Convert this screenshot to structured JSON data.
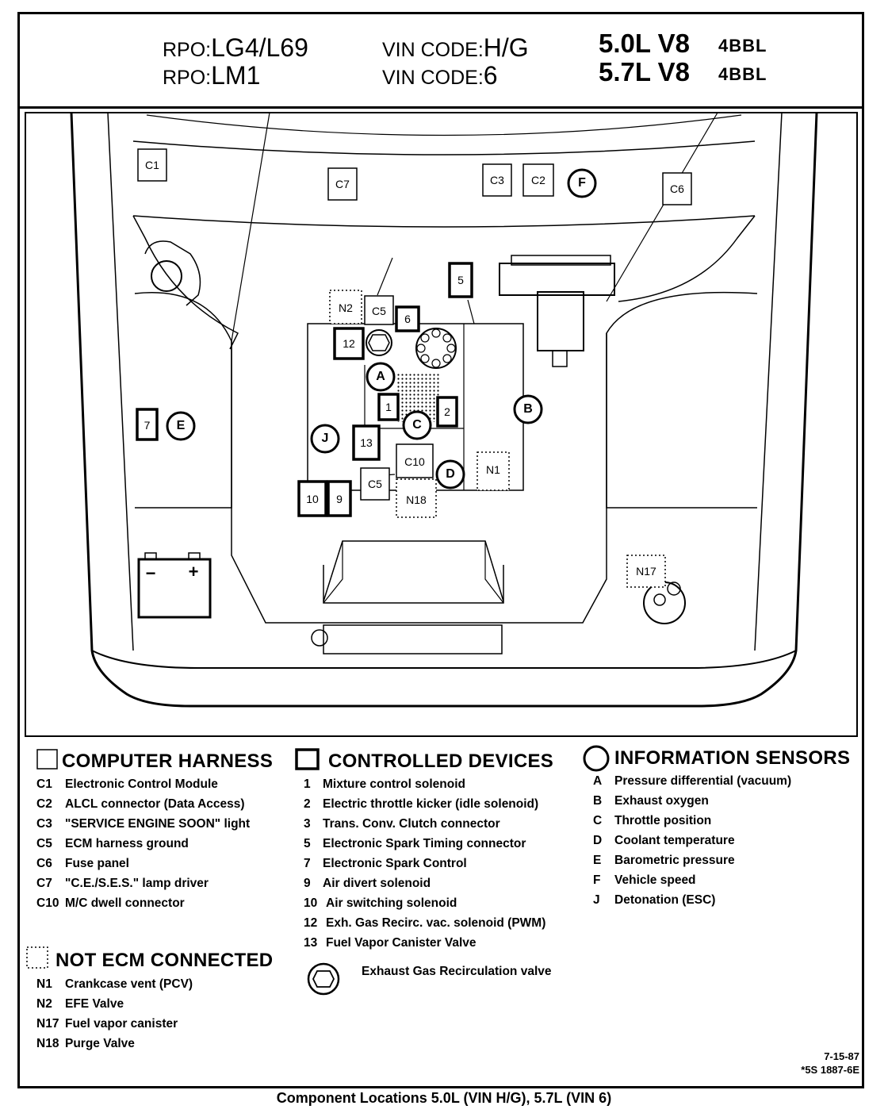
{
  "header": {
    "rpo_label_1": "RPO:",
    "rpo_value_1": "LG4/L69",
    "vin_label_1": "VIN CODE:",
    "vin_value_1": "H/G",
    "engine_1": "5.0L  V8",
    "carb_1": "4BBL",
    "rpo_label_2": "RPO:",
    "rpo_value_2": "LM1",
    "vin_label_2": "VIN CODE:",
    "vin_value_2": "6",
    "engine_2": "5.7L  V8",
    "carb_2": "4BBL"
  },
  "diagram": {
    "labels": {
      "c1": "C1",
      "c7_top": "C7",
      "c3": "C3",
      "c2": "C2",
      "f": "F",
      "c6": "C6",
      "n2": "N2",
      "c5_top": "C5",
      "d6": "6",
      "d5": "5",
      "d12": "12",
      "a": "A",
      "d1": "1",
      "d2": "2",
      "c": "C",
      "b": "B",
      "j": "J",
      "d13": "13",
      "c10": "C10",
      "d": "D",
      "n1": "N1",
      "c5_bot": "C5",
      "n18": "N18",
      "d10": "10",
      "d9": "9",
      "d7": "7",
      "e": "E",
      "n17": "N17",
      "batt_minus": "−",
      "batt_plus": "+"
    }
  },
  "legend": {
    "computer_harness": {
      "title": "COMPUTER HARNESS",
      "items": [
        {
          "code": "C1",
          "text": "Electronic Control Module"
        },
        {
          "code": "C2",
          "text": "ALCL connector (Data Access)"
        },
        {
          "code": "C3",
          "text": "\"SERVICE ENGINE SOON\" light"
        },
        {
          "code": "C5",
          "text": "ECM harness ground"
        },
        {
          "code": "C6",
          "text": "Fuse panel"
        },
        {
          "code": "C7",
          "text": "\"C.E./S.E.S.\" lamp driver"
        },
        {
          "code": "C10",
          "text": "M/C dwell connector"
        }
      ]
    },
    "controlled_devices": {
      "title": "CONTROLLED DEVICES",
      "items": [
        {
          "code": "1",
          "text": "Mixture control solenoid"
        },
        {
          "code": "2",
          "text": "Electric throttle kicker (idle solenoid)"
        },
        {
          "code": "3",
          "text": "Trans. Conv. Clutch connector"
        },
        {
          "code": "5",
          "text": "Electronic Spark Timing connector"
        },
        {
          "code": "7",
          "text": "Electronic Spark Control"
        },
        {
          "code": "9",
          "text": "Air divert solenoid"
        },
        {
          "code": "10",
          "text": "Air switching solenoid"
        },
        {
          "code": "12",
          "text": "Exh. Gas Recirc. vac. solenoid (PWM)"
        },
        {
          "code": "13",
          "text": "Fuel Vapor Canister Valve"
        }
      ],
      "egr_note": "Exhaust Gas Recirculation valve"
    },
    "information_sensors": {
      "title": "INFORMATION SENSORS",
      "items": [
        {
          "code": "A",
          "text": "Pressure differential (vacuum)"
        },
        {
          "code": "B",
          "text": "Exhaust oxygen"
        },
        {
          "code": "C",
          "text": "Throttle position"
        },
        {
          "code": "D",
          "text": "Coolant temperature"
        },
        {
          "code": "E",
          "text": "Barometric pressure"
        },
        {
          "code": "F",
          "text": "Vehicle speed"
        },
        {
          "code": "J",
          "text": "Detonation (ESC)"
        }
      ]
    },
    "not_ecm_connected": {
      "title": "NOT ECM CONNECTED",
      "items": [
        {
          "code": "N1",
          "text": "Crankcase vent (PCV)"
        },
        {
          "code": "N2",
          "text": "EFE  Valve"
        },
        {
          "code": "N17",
          "text": "Fuel vapor canister"
        },
        {
          "code": "N18",
          "text": "Purge Valve"
        }
      ]
    }
  },
  "footer": {
    "date": "7-15-87",
    "ref": "*5S 1887-6E",
    "caption": "Component Locations  5.0L  (VIN H/G),  5.7L  (VIN 6)"
  }
}
